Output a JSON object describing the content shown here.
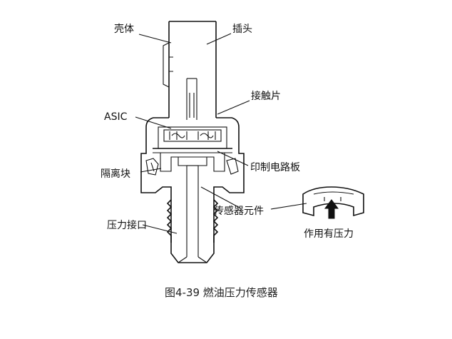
{
  "labels": {
    "shell": "壳体",
    "plug": "插头",
    "contact": "接触片",
    "asic": "ASIC",
    "pcb": "印制电路板",
    "isolator": "隔离块",
    "sensor_element": "传感器元件",
    "pressure_port": "压力接口",
    "acting_pressure": "作用有压力"
  },
  "caption": "图4-39 燃油压力传感器"
}
